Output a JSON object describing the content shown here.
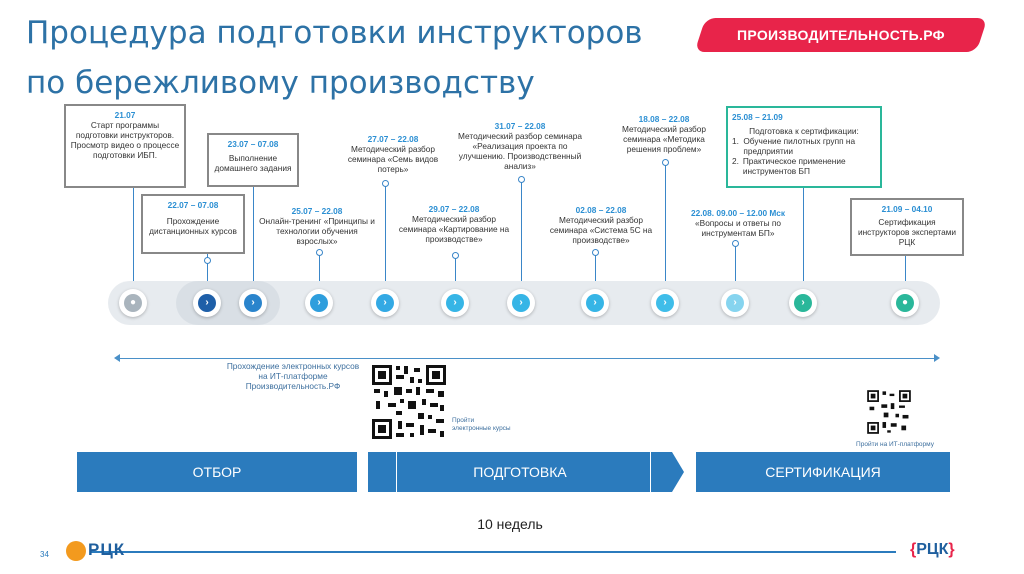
{
  "header": {
    "title_line1": "Процедура подготовки инструкторов",
    "title_line2": "по бережливому производству",
    "brand": "ПРОИЗВОДИТЕЛЬНОСТЬ.РФ"
  },
  "steps": [
    {
      "date": "21.07",
      "text": "Старт программы подготовки инструкторов. Просмотр видео о процессе подготовки ИБП."
    },
    {
      "date": "22.07 – 07.08",
      "text": "Прохождение дистанционных курсов"
    },
    {
      "date": "23.07 – 07.08",
      "text": "Выполнение домашнего задания"
    },
    {
      "date": "25.07 – 22.08",
      "text": "Онлайн-тренинг «Принципы и технологии обучения взрослых»"
    },
    {
      "date": "27.07 – 22.08",
      "text": "Методический разбор семинара «Семь видов потерь»"
    },
    {
      "date": "29.07 – 22.08",
      "text": "Методический разбор семинара «Картирование на производстве»"
    },
    {
      "date": "31.07 – 22.08",
      "text": "Методический разбор семинара «Реализация проекта по улучшению. Производственный анализ»"
    },
    {
      "date": "02.08 – 22.08",
      "text": "Методический разбор семинара «Система 5С на производстве»"
    },
    {
      "date": "18.08 – 22.08",
      "text": "Методический разбор семинара «Методика решения проблем»"
    },
    {
      "date": "22.08. 09.00 – 12.00 Мск",
      "text": "«Вопросы и ответы по инструментам БП»"
    },
    {
      "date": "25.08 – 21.09",
      "text_intro": "Подготовка к сертификации:",
      "items": [
        "Обучение пилотных групп на предприятии",
        "Практическое применение инструментов БП"
      ]
    },
    {
      "date": "21.09 – 04.10",
      "text": "Сертификация инструкторов экспертами РЦК"
    }
  ],
  "ecourses_note": "Прохождение электронных курсов на ИТ-платформе Производительность.РФ",
  "qr1_caption": "Пройти электронные курсы",
  "qr2_caption": "Пройти на ИТ-платформу",
  "phases": [
    "ОТБОР",
    "ПОДГОТОВКА",
    "СЕРТИФИКАЦИЯ"
  ],
  "duration": "10 недель",
  "page_number": "34",
  "logo_left": "РЦК",
  "logo_right": "РЦК",
  "colors": {
    "title": "#2d72a6",
    "brand": "#e8244a",
    "band": "#2b7bbd",
    "node_blue": "#1e6fb6",
    "node_cyan": "#36b5e6",
    "node_teal": "#2ab79a"
  }
}
